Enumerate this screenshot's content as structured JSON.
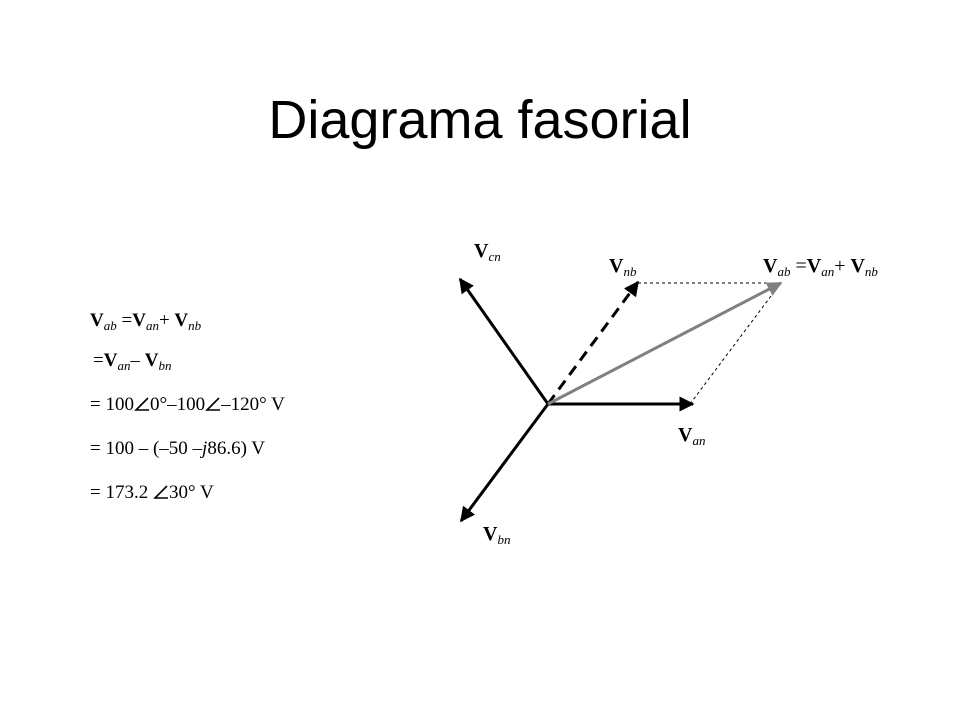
{
  "title": "Diagrama fasorial",
  "labels": {
    "vcn": {
      "symbol": "V",
      "sub": "cn"
    },
    "vnb": {
      "symbol": "V",
      "sub": "nb"
    },
    "van": {
      "symbol": "V",
      "sub": "an"
    },
    "vbn": {
      "symbol": "V",
      "sub": "bn"
    },
    "vab_sum": {
      "v1": "V",
      "s1": "ab",
      "op1": "=",
      "v2": "V",
      "s2": "an",
      "op2": "+",
      "v3": "V",
      "s3": "nb"
    }
  },
  "equations": {
    "line1": {
      "v1": "V",
      "s1": "ab",
      "op1": "=",
      "v2": "V",
      "s2": "an",
      "op2": "+",
      "v3": "V",
      "s3": "nb"
    },
    "line2": {
      "op1": "=",
      "v1": "V",
      "s1": "an",
      "op2": "–",
      "v2": "V",
      "s2": "bn"
    },
    "line3": {
      "a": "= 100",
      "b": "0°–100",
      "c": "–120° V"
    },
    "line4": {
      "a": "= 100 – (–50 –",
      "j": "j",
      "b": "86.6) V"
    },
    "line5": {
      "a": "= 173.2 ",
      "b": "30° V"
    }
  },
  "colors": {
    "phasor": "#000000",
    "resultant": "#808080",
    "guides": "#000000"
  }
}
